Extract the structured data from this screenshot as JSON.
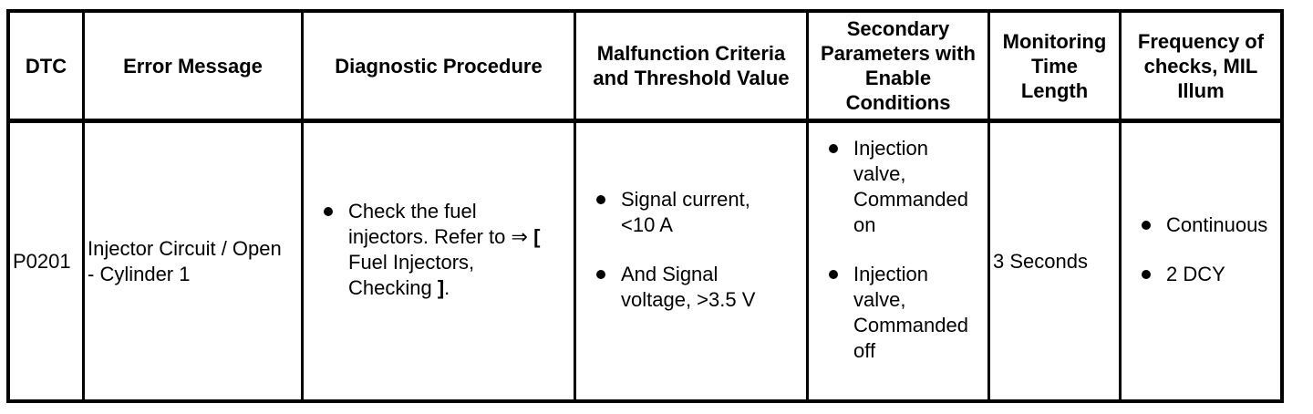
{
  "table": {
    "colors": {
      "border": "#000000",
      "text": "#000000",
      "background": "#ffffff"
    },
    "headers": {
      "dtc": "DTC",
      "error_message": "Error Message",
      "diagnostic_procedure": "Diagnostic Procedure",
      "malfunction_criteria": [
        "Malfunction Criteria",
        "and Threshold Value"
      ],
      "secondary_parameters": [
        "Secondary",
        "Parameters with",
        "Enable",
        "Conditions"
      ],
      "monitoring_time": [
        "Monitoring",
        "Time",
        "Length"
      ],
      "frequency": [
        "Frequency of",
        "checks, MIL",
        "Illum"
      ]
    },
    "row": {
      "dtc": "P0201",
      "error_message": [
        "Injector Circuit / Open",
        "- Cylinder 1"
      ],
      "diagnostic_procedure": {
        "item1": {
          "before": "Check the fuel\ninjectors. Refer to ⇒ ",
          "bracket_open": "[",
          "ref": "\nFuel Injectors,\nChecking ",
          "bracket_close": "]",
          "after": "."
        }
      },
      "malfunction_criteria": {
        "item1": [
          "Signal current,",
          "<10 A"
        ],
        "item2": [
          "And Signal",
          "voltage, >3.5 V"
        ]
      },
      "secondary_parameters": {
        "item1": [
          "Injection",
          "valve,",
          "Commanded",
          "on"
        ],
        "item2": [
          "Injection",
          "valve,",
          "Commanded",
          "off"
        ]
      },
      "monitoring_time": "3 Seconds",
      "frequency": {
        "item1": "Continuous",
        "item2": "2 DCY"
      }
    }
  }
}
